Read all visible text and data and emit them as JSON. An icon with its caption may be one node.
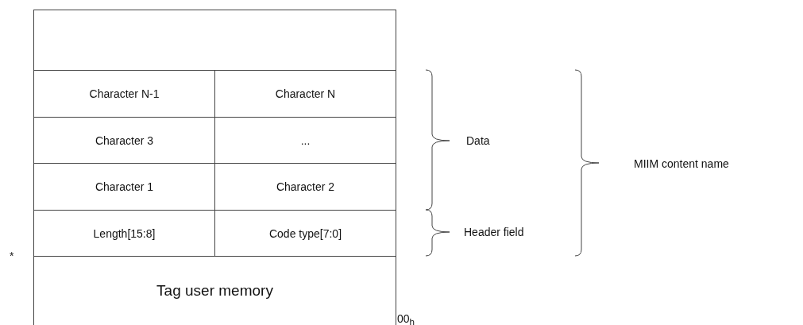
{
  "diagram": {
    "nodes": [
      {
        "text": [],
        "shape": "box"
      },
      {
        "text": [
          "Character N-1"
        ]
      },
      {
        "text": [
          "Character N"
        ]
      },
      {
        "text": [
          "Character 3"
        ]
      },
      {
        "text": [
          "..."
        ]
      },
      {
        "text": [
          "Character 1"
        ]
      },
      {
        "text": [
          "Character 2"
        ]
      },
      {
        "text": [
          "Length[15:8]"
        ]
      },
      {
        "text": [
          "Code type[7:0]"
        ]
      },
      {
        "text": [
          "Tag user memory"
        ]
      }
    ],
    "labels": [
      "Data",
      "Header field",
      "MIIM content name",
      "*",
      "00$_{h}$"
    ]
  }
}
